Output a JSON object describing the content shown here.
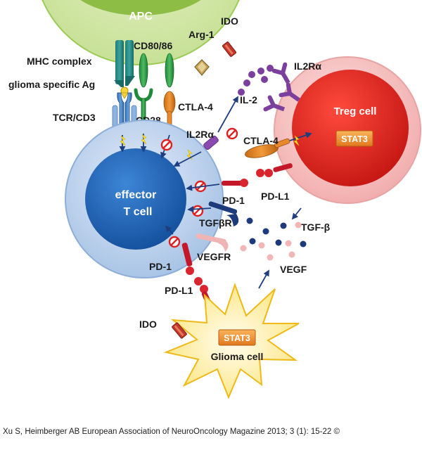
{
  "cells": {
    "apc": "APC",
    "effector_line1": "effector",
    "effector_line2": "T cell",
    "treg": "Treg cell",
    "glioma": "Glioma cell",
    "stat3_treg": "STAT3",
    "stat3_glioma": "STAT3"
  },
  "labels": {
    "ido_top": "IDO",
    "arg1": "Arg-1",
    "cd80_86": "CD80/86",
    "mhc_complex": "MHC complex",
    "glioma_ag": "glioma specific Ag",
    "tcr_cd3": "TCR/CD3",
    "cd28": "CD28",
    "ctla4_left": "CTLA-4",
    "il2ra_treg": "IL2Rα",
    "il2": "IL-2",
    "il2ra_mid": "IL2Rα",
    "ctla4_treg": "CTLA-4",
    "pd1_mid": "PD-1",
    "pdl1_treg": "PD-L1",
    "tgfbr": "TGFβR",
    "tgfb": "TGF-β",
    "vegfr": "VEGFR",
    "vegf": "VEGF",
    "pd1_low": "PD-1",
    "pdl1_low": "PD-L1",
    "ido_low": "IDO"
  },
  "caption": "Xu S, Heimberger AB European Association of NeuroOncology Magazine 2013; 3 (1): 15-22 ©",
  "colors": {
    "apc_fill": "#cfe3a0",
    "apc_band": "#8dbd45",
    "effector_outer": "#c6d9ef",
    "effector_inner": "#1f63b4",
    "treg_outer": "#f6c3c3",
    "treg_inner": "#e0261f",
    "stat3": "#f0922b",
    "glioma_star": "#fde58a",
    "arrow": "#1f3e80",
    "inhibit": "#e02020",
    "pd_red": "#c4182a"
  }
}
